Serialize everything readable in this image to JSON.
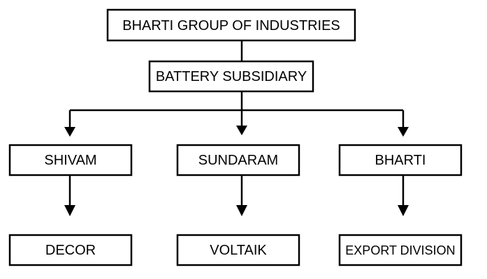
{
  "diagram": {
    "root": "BHARTI GROUP OF INDUSTRIES",
    "subsidiary": "BATTERY SUBSIDIARY",
    "companies": [
      "SHIVAM",
      "SUNDARAM",
      "BHARTI"
    ],
    "divisions": [
      "DECOR",
      "VOLTAIK",
      "EXPORT DIVISION"
    ]
  }
}
